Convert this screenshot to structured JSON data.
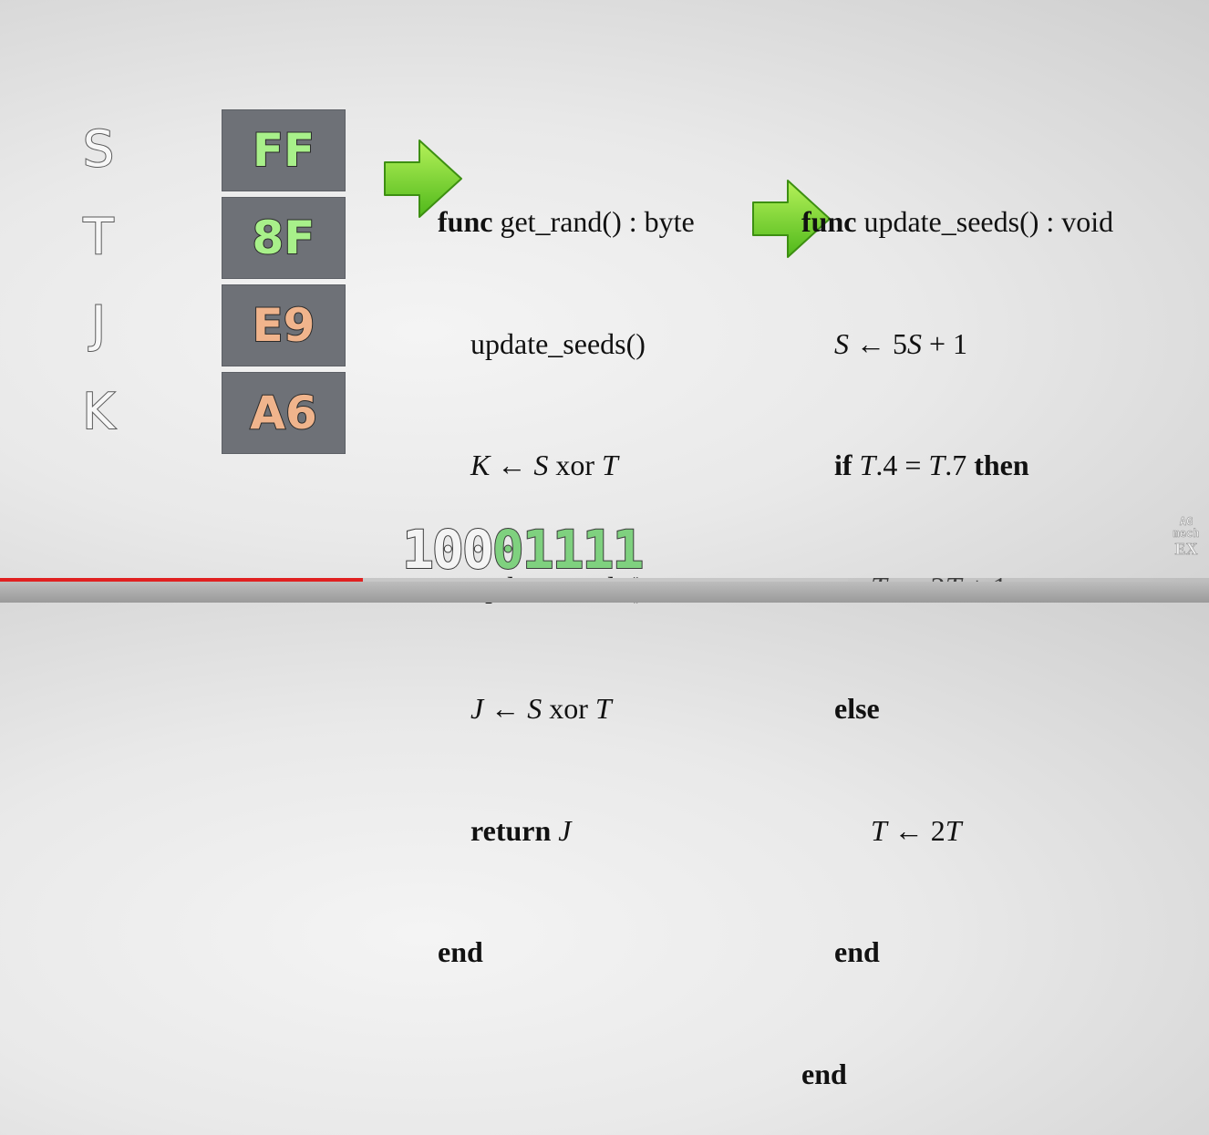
{
  "registers": [
    {
      "name": "S",
      "value": "FF",
      "color": "#a8f08a"
    },
    {
      "name": "T",
      "value": "8F",
      "color": "#a8f08a"
    },
    {
      "name": "J",
      "value": "E9",
      "color": "#f0b48c"
    },
    {
      "name": "K",
      "value": "A6",
      "color": "#f0b48c"
    }
  ],
  "get_rand": {
    "l1_kw": "func",
    "l1_rest": " get_rand() : byte",
    "l2": "update_seeds()",
    "l3_var": "K",
    "l3_arrow": " ← ",
    "l3_s": "S",
    "l3_xor": " xor ",
    "l3_t": "T",
    "l4": "update_seeds()",
    "l5_var": "J",
    "l5_arrow": " ← ",
    "l5_s": "S",
    "l5_xor": " xor ",
    "l5_t": "T",
    "l6_kw": "return",
    "l6_var": " J",
    "l7_kw": "end"
  },
  "update_seeds": {
    "l1_kw": "func",
    "l1_rest": " update_seeds() : void",
    "l2_s": "S",
    "l2_rest": " ← 5",
    "l2_s2": "S",
    "l2_tail": " + 1",
    "l3_if": "if",
    "l3_t": " T",
    "l3_mid": ".4 = ",
    "l3_t2": "T",
    "l3_mid2": ".7 ",
    "l3_then": "then",
    "l4_t": "T",
    "l4_rest": " ← 2",
    "l4_t2": "T",
    "l4_tail": " + 1",
    "l5_else": "else",
    "l6_t": "T",
    "l6_rest": " ← 2",
    "l6_t2": "T",
    "l7_end": "end",
    "l8_end": "end"
  },
  "binary": {
    "bits": [
      "1",
      "0",
      "0",
      "0",
      "1",
      "1",
      "1",
      "1"
    ],
    "light_color": "#f4f4f4",
    "green_color": "#7fd17f"
  },
  "player": {
    "progress": 0.3,
    "progress_color": "#e02020"
  },
  "watermark": {
    "line1": "AG",
    "line2": "mech",
    "line3": "EX"
  },
  "arrow_color": "#7ed321"
}
